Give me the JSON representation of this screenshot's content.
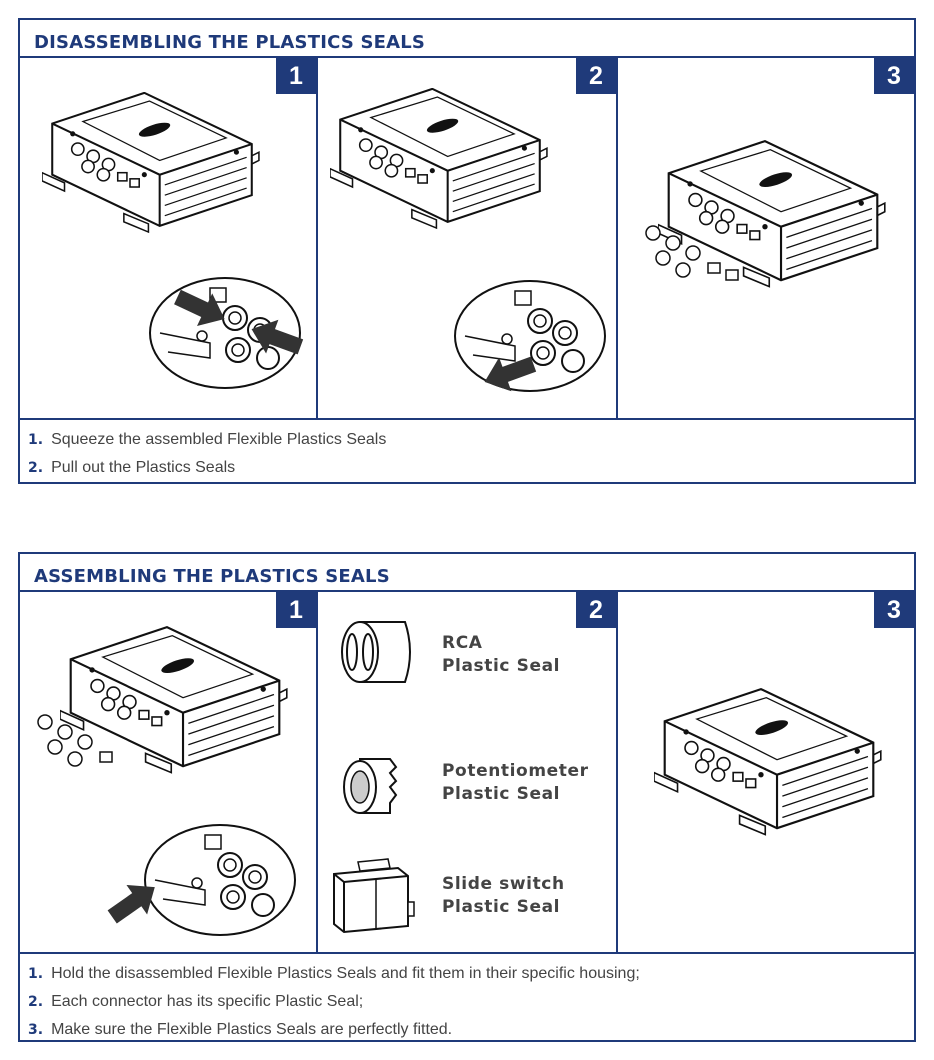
{
  "disassembling": {
    "title": "DISASSEMBLING THE PLASTICS SEALS",
    "step_numbers": [
      "1",
      "2",
      "3"
    ],
    "instructions": [
      {
        "num": "1.",
        "text": "Squeeze the assembled Flexible Plastics Seals"
      },
      {
        "num": "2.",
        "text": "Pull out the Plastics Seals"
      }
    ]
  },
  "assembling": {
    "title": "ASSEMBLING THE PLASTICS SEALS",
    "step_numbers": [
      "1",
      "2",
      "3"
    ],
    "seals": [
      {
        "line1": "RCA",
        "line2": "Plastic Seal"
      },
      {
        "line1": "Potentiometer",
        "line2": "Plastic Seal"
      },
      {
        "line1": "Slide switch",
        "line2": "Plastic Seal"
      }
    ],
    "instructions": [
      {
        "num": "1.",
        "text": "Hold the disassembled Flexible Plastics Seals and fit them in their specific housing;"
      },
      {
        "num": "2.",
        "text": "Each connector has its specific Plastic Seal;"
      },
      {
        "num": "3.",
        "text": "Make sure the Flexible Plastics Seals are perfectly fitted."
      }
    ]
  },
  "colors": {
    "accent": "#1f3a7a",
    "arrow": "#333333"
  }
}
